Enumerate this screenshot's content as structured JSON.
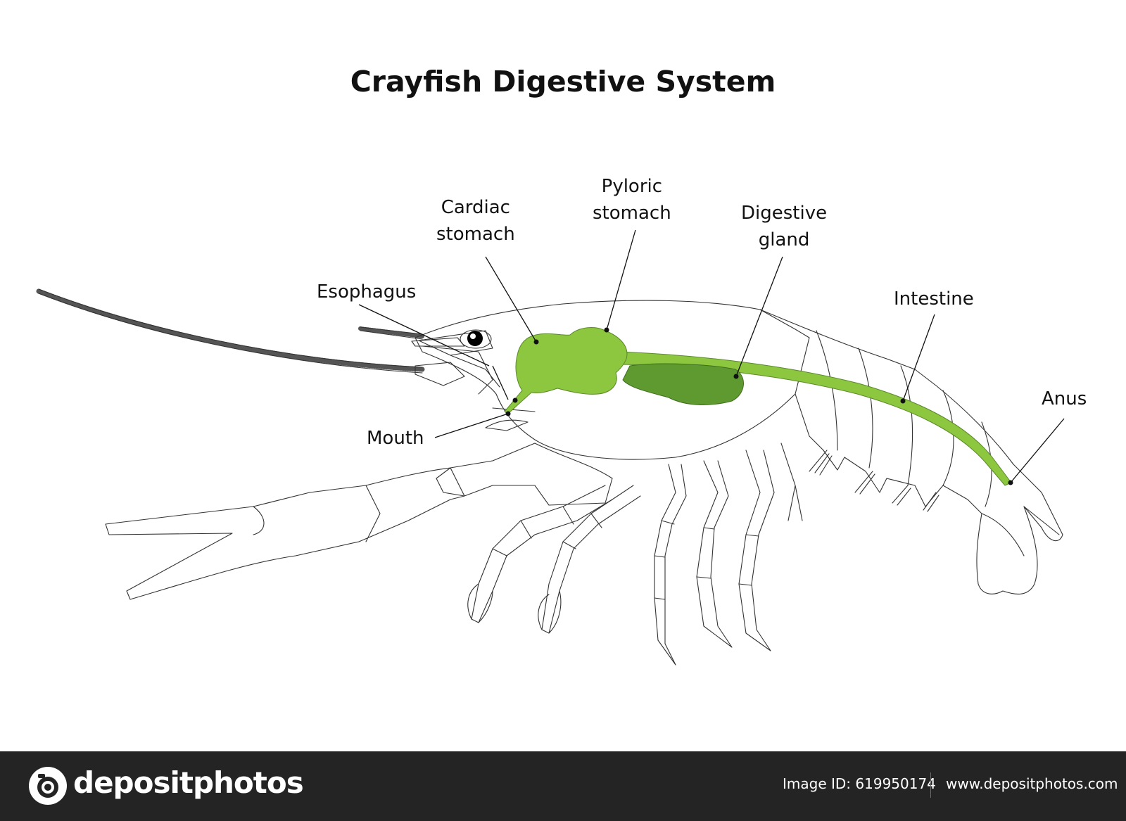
{
  "diagram": {
    "title": "Crayfish Digestive System",
    "labels": {
      "cardiac_stomach": [
        "Cardiac",
        "stomach"
      ],
      "pyloric_stomach": [
        "Pyloric",
        "stomach"
      ],
      "digestive_gland": [
        "Digestive",
        "gland"
      ],
      "esophagus": "Esophagus",
      "intestine": "Intestine",
      "anus": "Anus",
      "mouth": "Mouth"
    },
    "colors": {
      "digestive_tract": "#8dc63f",
      "digestive_gland": "#5e9a2f",
      "outline": "#333333"
    }
  },
  "watermark": {
    "brand": "depositphotos",
    "image_id": "Image ID: 619950174",
    "site": "www.depositphotos.com"
  }
}
